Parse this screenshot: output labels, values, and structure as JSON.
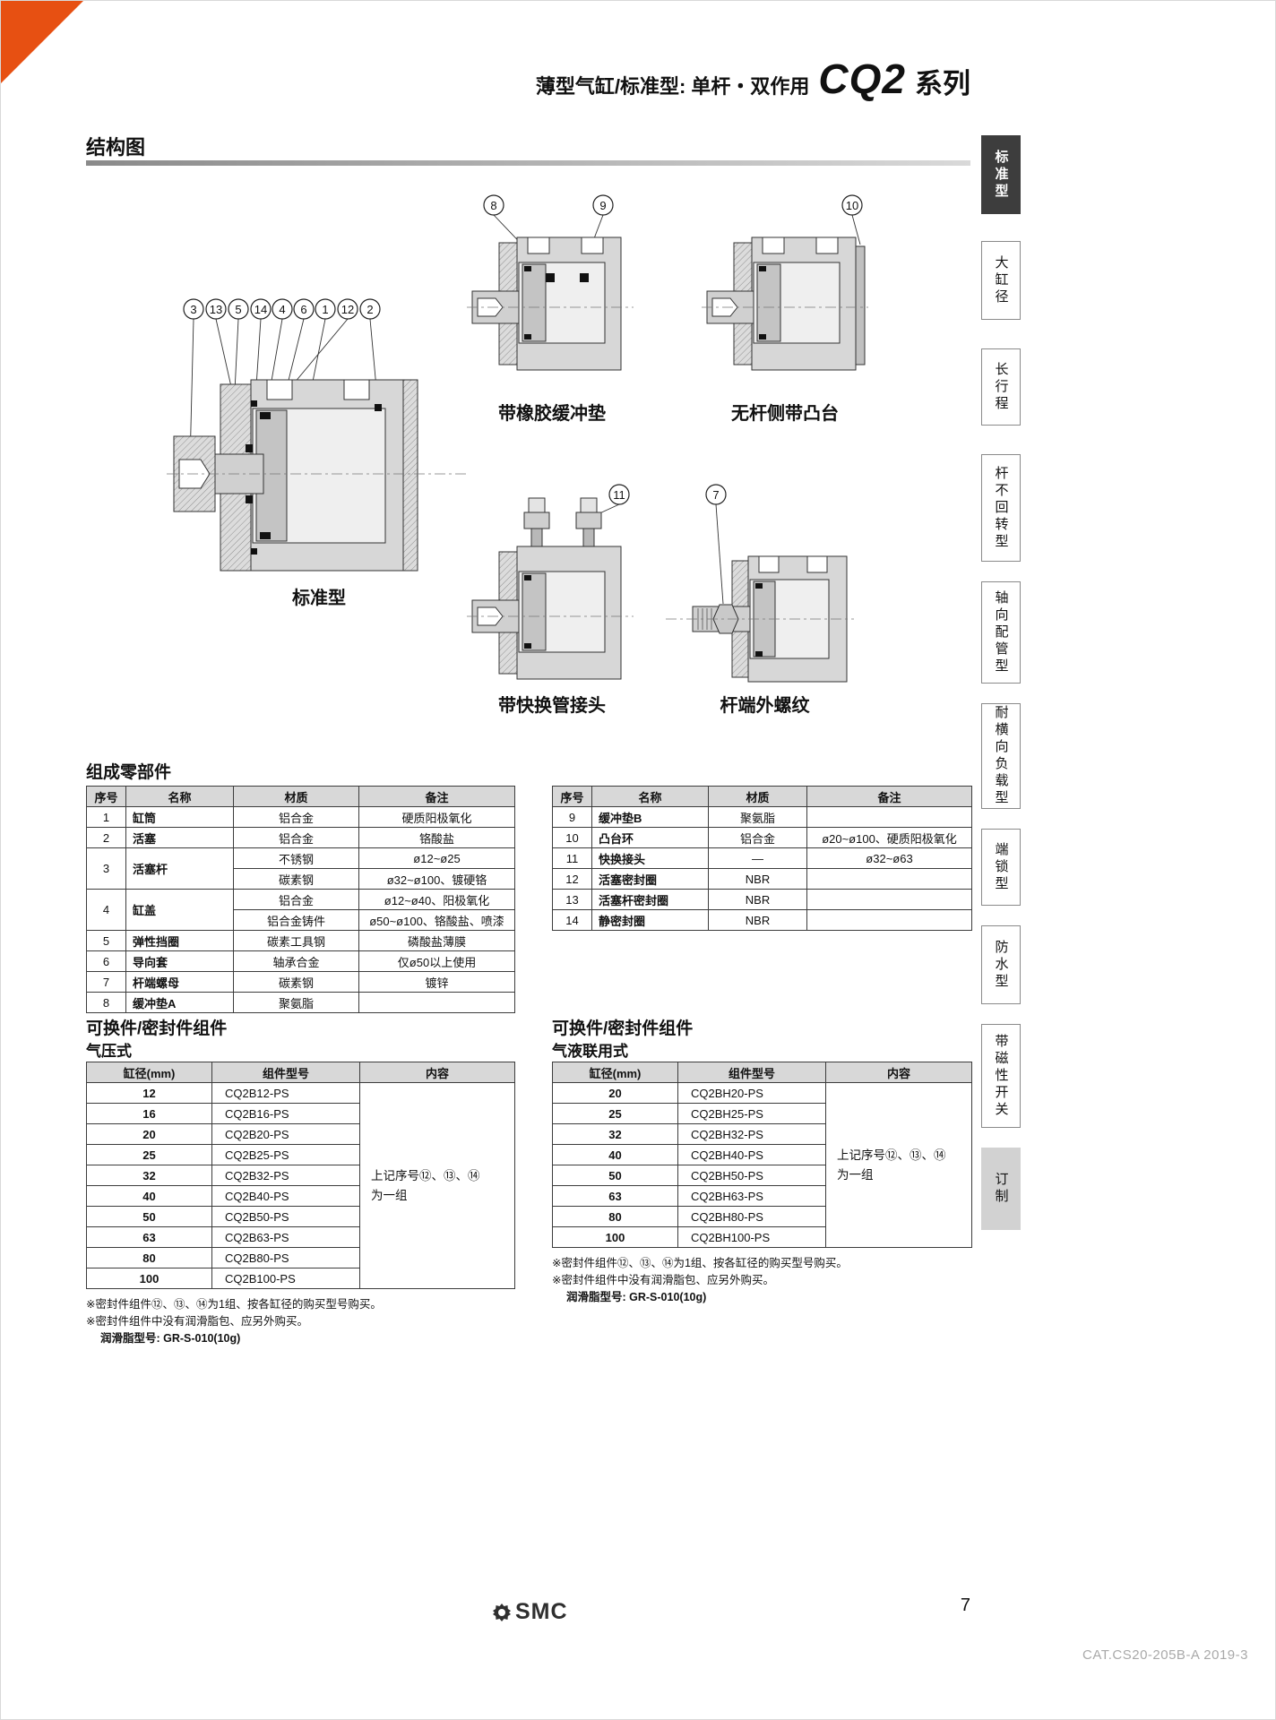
{
  "header": {
    "prefix": "薄型气缸/标准型: 单杆・双作用",
    "series": "CQ2",
    "suffix": "系列"
  },
  "section": {
    "title": "结构图"
  },
  "sidebar": {
    "items": [
      {
        "label": "标准型",
        "active": true
      },
      {
        "label": "大缸径"
      },
      {
        "label": "长行程"
      },
      {
        "label": "杆不回转型"
      },
      {
        "label": "轴向配管型"
      },
      {
        "label": "耐横向负载型"
      },
      {
        "label": "端锁型"
      },
      {
        "label": "防水型"
      },
      {
        "label": "带磁性开关"
      },
      {
        "label": "订制"
      }
    ]
  },
  "diagrams": {
    "standard": {
      "label": "标准型",
      "callouts": [
        "3",
        "13",
        "5",
        "14",
        "4",
        "6",
        "1",
        "12",
        "2"
      ]
    },
    "rubber": {
      "label": "带橡胶缓冲垫",
      "callouts": [
        "8",
        "9"
      ]
    },
    "boss": {
      "label": "无杆侧带凸台",
      "callouts": [
        "10"
      ]
    },
    "quick": {
      "label": "带快换管接头",
      "callouts": [
        "11"
      ]
    },
    "rodend": {
      "label": "杆端外螺纹",
      "callouts": [
        "7"
      ]
    }
  },
  "parts": {
    "title": "组成零部件",
    "headers": [
      "序号",
      "名称",
      "材质",
      "备注"
    ],
    "left_rows": [
      {
        "no": "1",
        "name": "缸筒",
        "mat": "铝合金",
        "note": "硬质阳极氧化"
      },
      {
        "no": "2",
        "name": "活塞",
        "mat": "铝合金",
        "note": "铬酸盐"
      },
      {
        "no": "3",
        "name": "活塞杆",
        "mat": "不锈钢",
        "note": "ø12~ø25"
      },
      {
        "mat": "碳素钢",
        "note": "ø32~ø100、镀硬铬"
      },
      {
        "no": "4",
        "name": "缸盖",
        "mat": "铝合金",
        "note": "ø12~ø40、阳极氧化"
      },
      {
        "mat": "铝合金铸件",
        "note": "ø50~ø100、铬酸盐、喷漆"
      },
      {
        "no": "5",
        "name": "弹性挡圈",
        "mat": "碳素工具钢",
        "note": "磷酸盐薄膜"
      },
      {
        "no": "6",
        "name": "导向套",
        "mat": "轴承合金",
        "note": "仅ø50以上使用"
      },
      {
        "no": "7",
        "name": "杆端螺母",
        "mat": "碳素钢",
        "note": "镀锌"
      },
      {
        "no": "8",
        "name": "缓冲垫A",
        "mat": "聚氨脂",
        "note": ""
      }
    ],
    "right_rows": [
      {
        "no": "9",
        "name": "缓冲垫B",
        "mat": "聚氨脂",
        "note": ""
      },
      {
        "no": "10",
        "name": "凸台环",
        "mat": "铝合金",
        "note": "ø20~ø100、硬质阳极氧化"
      },
      {
        "no": "11",
        "name": "快换接头",
        "mat": "—",
        "note": "ø32~ø63"
      },
      {
        "no": "12",
        "name": "活塞密封圈",
        "mat": "NBR",
        "note": ""
      },
      {
        "no": "13",
        "name": "活塞杆密封圈",
        "mat": "NBR",
        "note": ""
      },
      {
        "no": "14",
        "name": "静密封圈",
        "mat": "NBR",
        "note": ""
      }
    ]
  },
  "seal_left": {
    "title": "可换件/密封件组件",
    "subtitle": "气压式",
    "headers": [
      "缸径(mm)",
      "组件型号",
      "内容"
    ],
    "rows": [
      {
        "bore": "12",
        "model": "CQ2B12-PS"
      },
      {
        "bore": "16",
        "model": "CQ2B16-PS"
      },
      {
        "bore": "20",
        "model": "CQ2B20-PS"
      },
      {
        "bore": "25",
        "model": "CQ2B25-PS"
      },
      {
        "bore": "32",
        "model": "CQ2B32-PS"
      },
      {
        "bore": "40",
        "model": "CQ2B40-PS"
      },
      {
        "bore": "50",
        "model": "CQ2B50-PS"
      },
      {
        "bore": "63",
        "model": "CQ2B63-PS"
      },
      {
        "bore": "80",
        "model": "CQ2B80-PS"
      },
      {
        "bore": "100",
        "model": "CQ2B100-PS"
      }
    ],
    "content_line1": "上记序号⑫、⑬、⑭",
    "content_line2": "为一组",
    "notes": [
      "※密封件组件⑫、⑬、⑭为1组、按各缸径的购买型号购买。",
      "※密封件组件中没有润滑脂包、应另外购买。"
    ],
    "grease": "润滑脂型号: GR-S-010(10g)"
  },
  "seal_right": {
    "title": "可换件/密封件组件",
    "subtitle": "气液联用式",
    "headers": [
      "缸径(mm)",
      "组件型号",
      "内容"
    ],
    "rows": [
      {
        "bore": "20",
        "model": "CQ2BH20-PS"
      },
      {
        "bore": "25",
        "model": "CQ2BH25-PS"
      },
      {
        "bore": "32",
        "model": "CQ2BH32-PS"
      },
      {
        "bore": "40",
        "model": "CQ2BH40-PS"
      },
      {
        "bore": "50",
        "model": "CQ2BH50-PS"
      },
      {
        "bore": "63",
        "model": "CQ2BH63-PS"
      },
      {
        "bore": "80",
        "model": "CQ2BH80-PS"
      },
      {
        "bore": "100",
        "model": "CQ2BH100-PS"
      }
    ],
    "content_line1": "上记序号⑫、⑬、⑭",
    "content_line2": "为一组",
    "notes": [
      "※密封件组件⑫、⑬、⑭为1组、按各缸径的购买型号购买。",
      "※密封件组件中没有润滑脂包、应另外购买。"
    ],
    "grease": "润滑脂型号: GR-S-010(10g)"
  },
  "footer": {
    "logo": "SMC",
    "page": "7",
    "catalog": "CAT.CS20-205B-A 2019-3"
  }
}
